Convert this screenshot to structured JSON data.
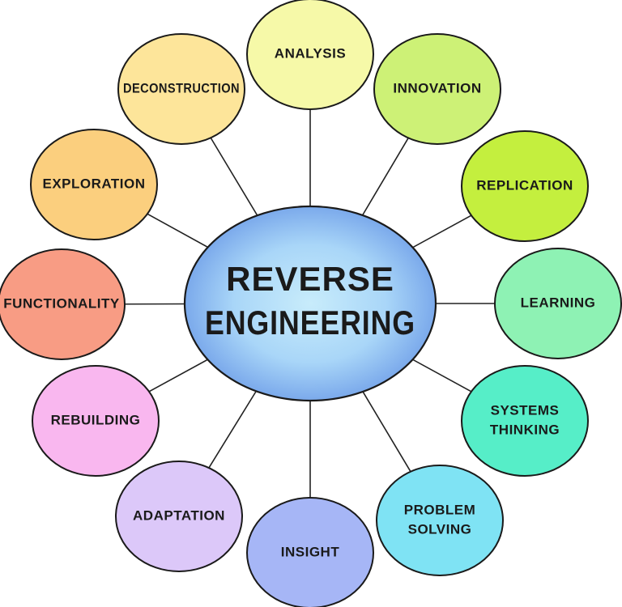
{
  "center": {
    "lines": [
      "REVERSE",
      "ENGINEERING"
    ],
    "color_inner": "#c8ecfb",
    "color_outer": "#6f9ee8"
  },
  "nodes": [
    {
      "id": "analysis",
      "lines": [
        "ANALYSIS"
      ],
      "color": "#f6f9a8"
    },
    {
      "id": "innovation",
      "lines": [
        "INNOVATION"
      ],
      "color": "#cdf176"
    },
    {
      "id": "replication",
      "lines": [
        "REPLICATION"
      ],
      "color": "#c4ef3e"
    },
    {
      "id": "learning",
      "lines": [
        "LEARNING"
      ],
      "color": "#8ef2b4"
    },
    {
      "id": "systems-thinking",
      "lines": [
        "SYSTEMS",
        "THINKING"
      ],
      "color": "#56eec8"
    },
    {
      "id": "problem-solving",
      "lines": [
        "PROBLEM",
        "SOLVING"
      ],
      "color": "#7fe3f4"
    },
    {
      "id": "insight",
      "lines": [
        "INSIGHT"
      ],
      "color": "#a6b6f6"
    },
    {
      "id": "adaptation",
      "lines": [
        "ADAPTATION"
      ],
      "color": "#dcc8f9"
    },
    {
      "id": "rebuilding",
      "lines": [
        "REBUILDING"
      ],
      "color": "#f9b7ef"
    },
    {
      "id": "functionality",
      "lines": [
        "FUNCTIONALITY"
      ],
      "color": "#f89c84"
    },
    {
      "id": "exploration",
      "lines": [
        "EXPLORATION"
      ],
      "color": "#fbcf7e"
    },
    {
      "id": "deconstruction",
      "lines": [
        "DECONSTRUCTION"
      ],
      "color": "#fde59a"
    }
  ]
}
